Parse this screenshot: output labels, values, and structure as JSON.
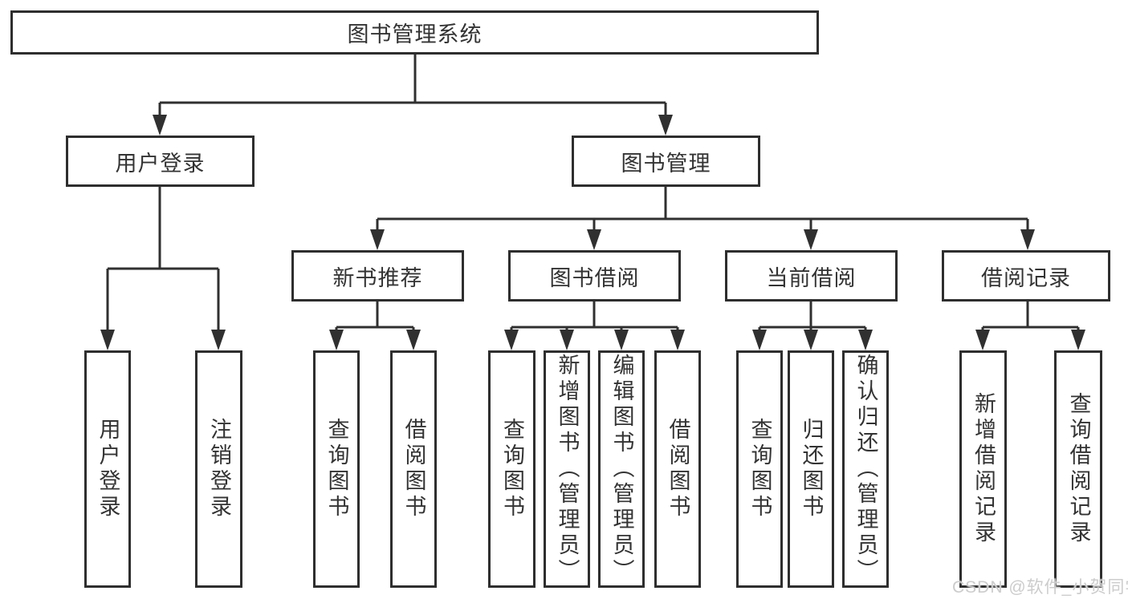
{
  "tree": {
    "root": {
      "label": "图书管理系统"
    },
    "user_login": {
      "label": "用户登录",
      "leaves": [
        "用户登录",
        "注销登录"
      ]
    },
    "book_mgmt": {
      "label": "图书管理",
      "sections": {
        "new_books": {
          "label": "新书推荐",
          "leaves": [
            "查询图书",
            "借阅图书"
          ]
        },
        "borrow": {
          "label": "图书借阅",
          "leaves": [
            "查询图书",
            "新增图书（管理员）",
            "编辑图书（管理员）",
            "借阅图书"
          ]
        },
        "current": {
          "label": "当前借阅",
          "leaves": [
            "查询图书",
            "归还图书",
            "确认归还（管理员）"
          ]
        },
        "records": {
          "label": "借阅记录",
          "leaves": [
            "新增借阅记录",
            "查询借阅记录"
          ]
        }
      }
    }
  },
  "watermark": {
    "text": "CSDN @软件_小贺同学"
  },
  "colors": {
    "background": "#ffffff",
    "box_border": "#2e2e2e",
    "connector": "#303030",
    "text": "#333333",
    "watermark": "#cccccc"
  }
}
